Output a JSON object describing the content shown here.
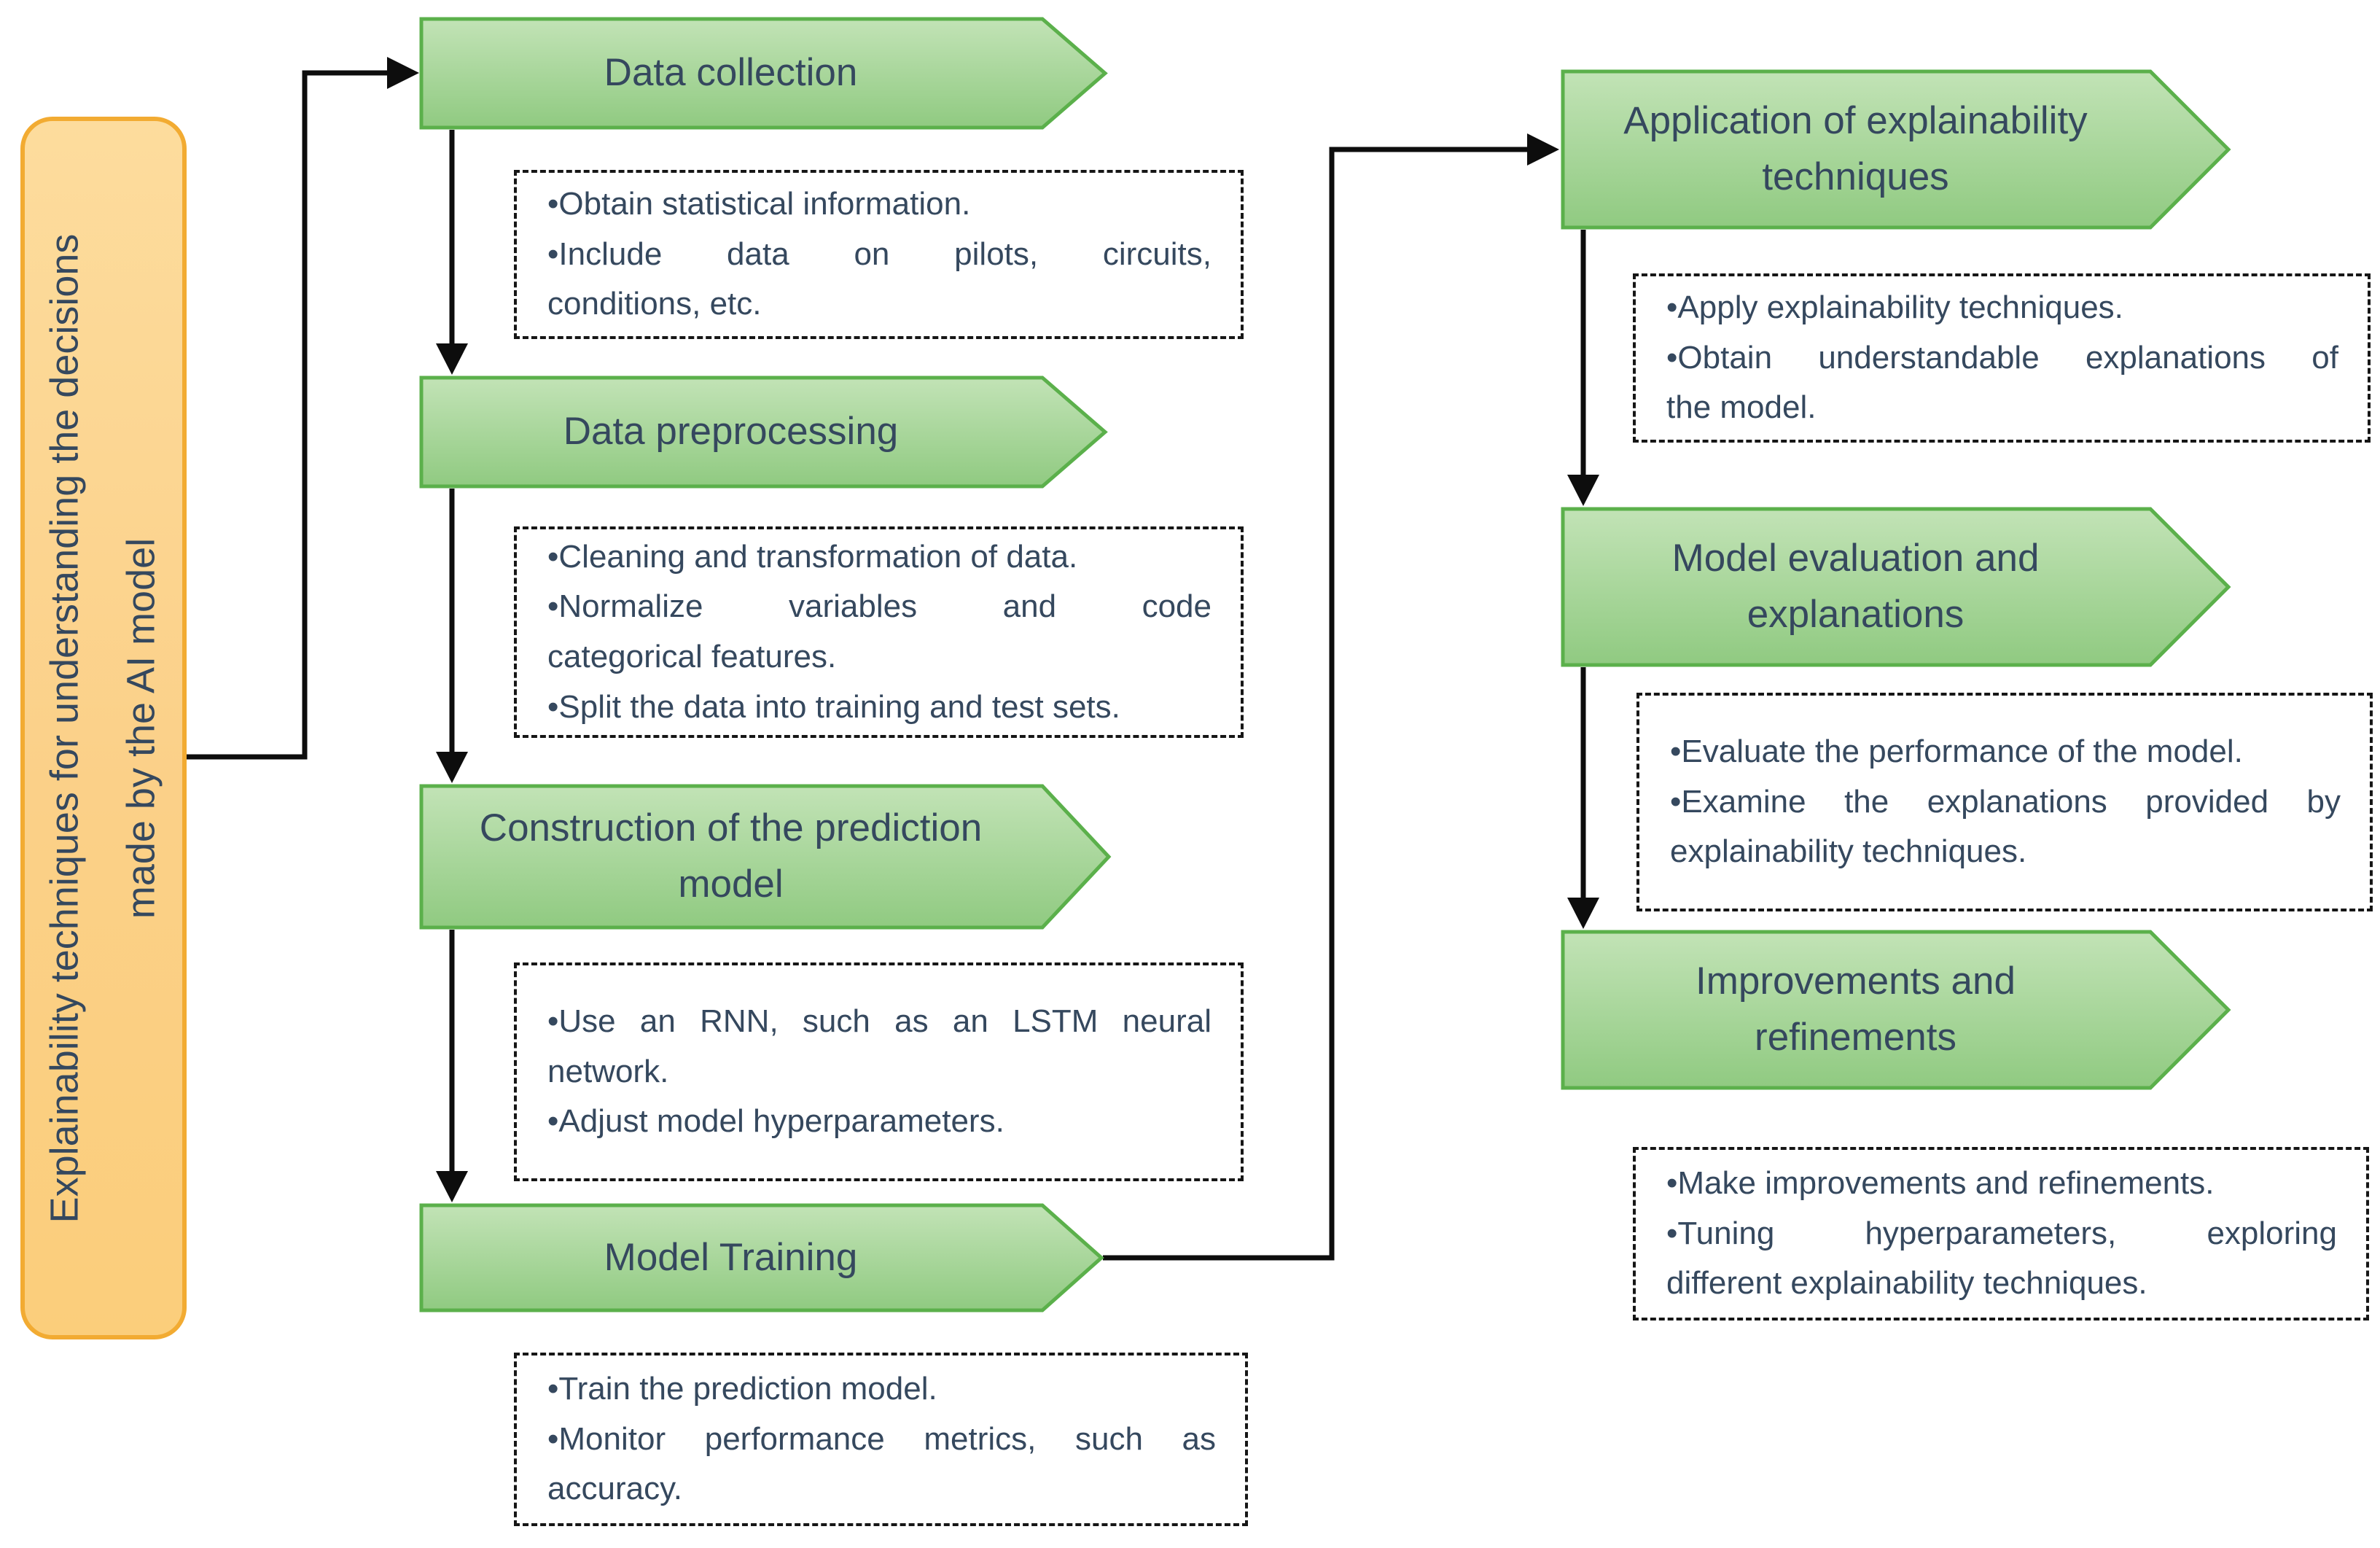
{
  "band": {
    "lines": [
      "Explainability techniques for understanding the decisions",
      "made by the AI model"
    ]
  },
  "steps": {
    "data_collection": {
      "title": [
        "Data collection"
      ],
      "notes": [
        "•Obtain statistical information.",
        "•Include data on pilots, circuits,",
        "conditions, etc."
      ]
    },
    "data_preprocessing": {
      "title": [
        "Data preprocessing"
      ],
      "notes": [
        "•Cleaning and transformation of data.",
        "•Normalize variables and code",
        "categorical features.",
        "•Split the data into training and test sets."
      ]
    },
    "construction_model": {
      "title": [
        "Construction of the prediction",
        "model"
      ],
      "notes": [
        "•Use an RNN, such as an LSTM neural",
        "network.",
        "•Adjust model hyperparameters."
      ]
    },
    "model_training": {
      "title": [
        "Model Training"
      ],
      "notes": [
        "•Train the prediction model.",
        "•Monitor performance metrics, such as",
        "accuracy."
      ]
    },
    "application_explainability": {
      "title": [
        "Application of explainability",
        "techniques"
      ],
      "notes": [
        "•Apply explainability techniques.",
        "•Obtain understandable explanations of",
        "the model."
      ]
    },
    "model_evaluation": {
      "title": [
        "Model evaluation and",
        "explanations"
      ],
      "notes": [
        "•Evaluate the performance of the model.",
        "•Examine the explanations provided by",
        "explainability techniques."
      ]
    },
    "improvements": {
      "title": [
        "Improvements and",
        "refinements"
      ],
      "notes": [
        "•Make improvements and refinements.",
        "•Tuning hyperparameters, exploring",
        "different explainability techniques."
      ]
    }
  },
  "colors": {
    "step_fill_top": "#c2e3b6",
    "step_fill_bottom": "#90ca81",
    "step_border": "#5bb04b",
    "band_fill": "#fbd088",
    "band_border": "#f2ab32",
    "text": "#35485e",
    "note_border": "#161616",
    "connector": "#0d0d0d",
    "background": "#ffffff"
  }
}
